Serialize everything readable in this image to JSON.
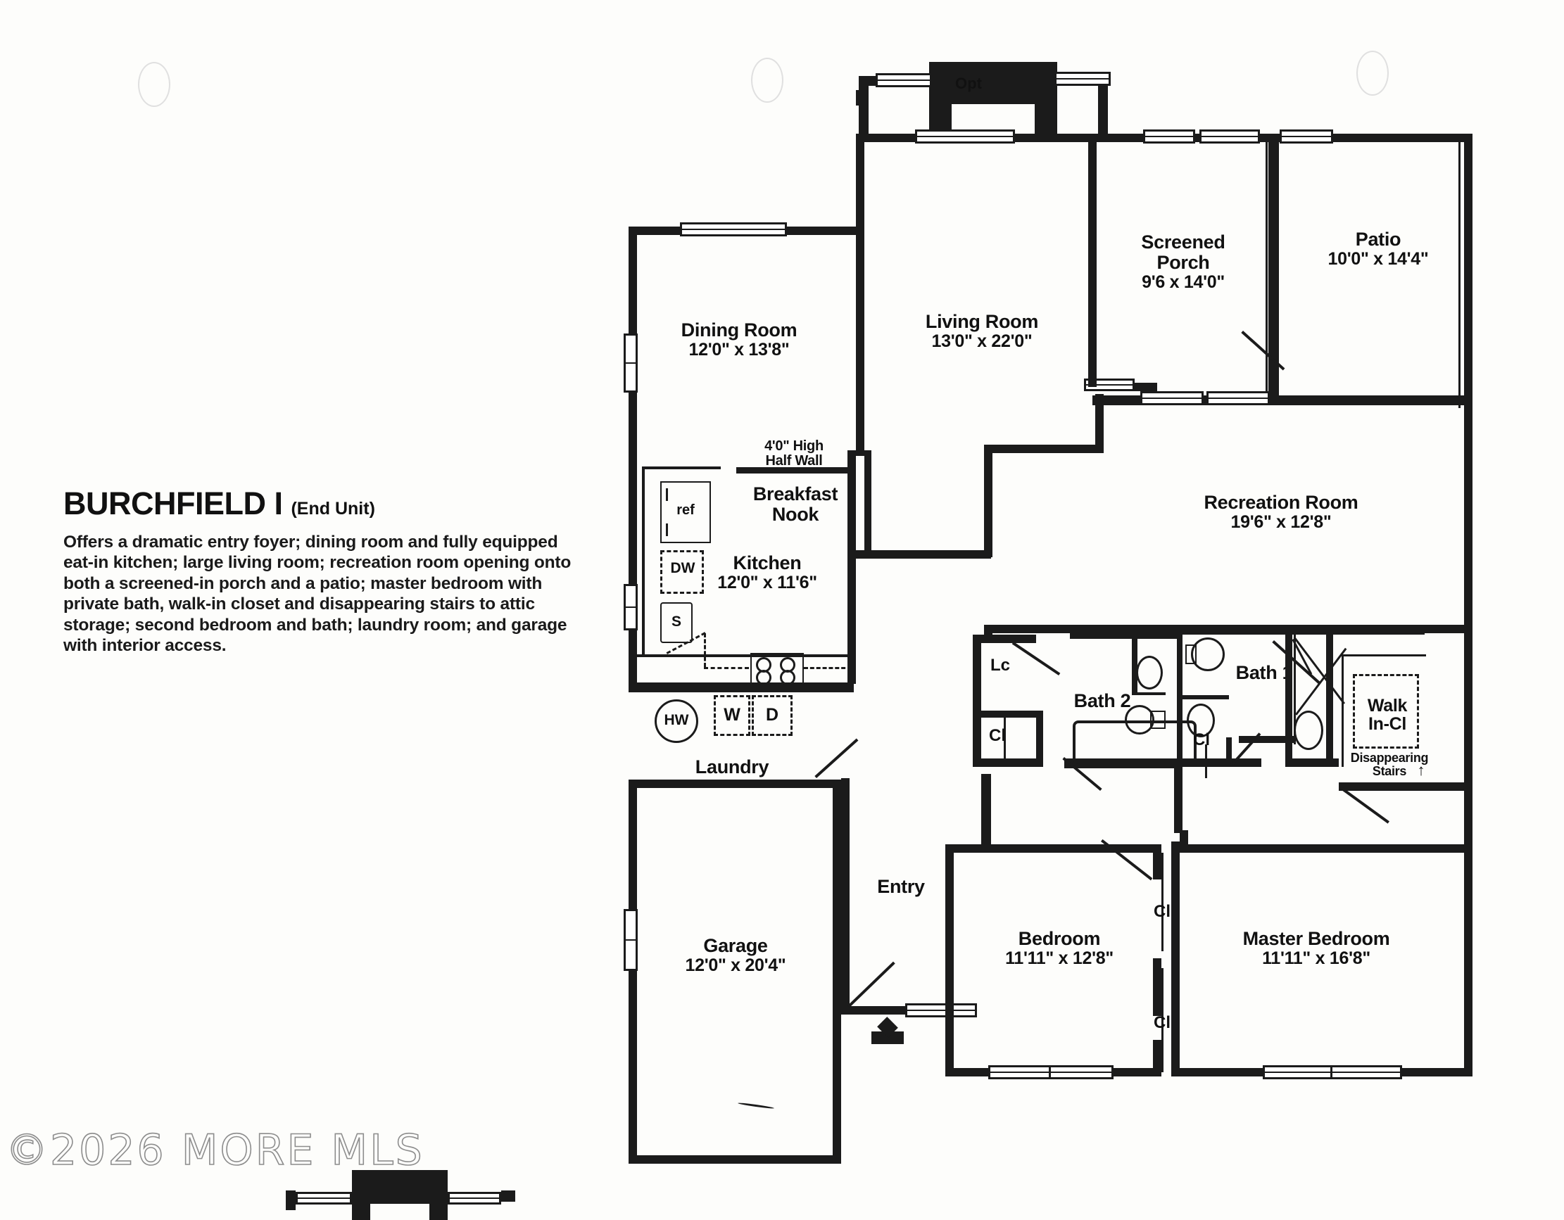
{
  "document": {
    "type": "floor-plan",
    "plan_name": "BURCHFIELD I",
    "plan_variant": "(End Unit)",
    "description": "Offers a dramatic entry foyer; dining room and fully equipped eat-in kitchen; large living room; recreation room opening onto both a screened-in porch and a patio; master bedroom with private bath, walk-in closet and disappearing stairs to attic storage; second bedroom and bath; laundry room; and garage with interior access.",
    "watermark": "©2026 MORE MLS"
  },
  "rooms": [
    {
      "key": "dining",
      "name": "Dining Room",
      "dimensions": "12'0\" x 13'8\""
    },
    {
      "key": "living",
      "name": "Living Room",
      "dimensions": "13'0\" x 22'0\""
    },
    {
      "key": "porch",
      "name": "Screened\nPorch",
      "name_line1": "Screened",
      "name_line2": "Porch",
      "dimensions": "9'6 x 14'0\""
    },
    {
      "key": "patio",
      "name": "Patio",
      "dimensions": "10'0\" x 14'4\""
    },
    {
      "key": "recreation",
      "name": "Recreation Room",
      "dimensions": "19'6\" x 12'8\""
    },
    {
      "key": "kitchen",
      "name": "Kitchen",
      "dimensions": "12'0\" x 11'6\""
    },
    {
      "key": "breakfast",
      "name_line1": "Breakfast",
      "name_line2": "Nook",
      "name": "Breakfast Nook",
      "dimensions": ""
    },
    {
      "key": "laundry",
      "name": "Laundry",
      "dimensions": ""
    },
    {
      "key": "entry",
      "name": "Entry",
      "dimensions": ""
    },
    {
      "key": "garage",
      "name": "Garage",
      "dimensions": "12'0\" x 20'4\""
    },
    {
      "key": "bedroom",
      "name": "Bedroom",
      "dimensions": "11'11\" x 12'8\""
    },
    {
      "key": "master",
      "name": "Master Bedroom",
      "dimensions": "11'11\" x 16'8\""
    },
    {
      "key": "bath1",
      "name": "Bath 1",
      "dimensions": ""
    },
    {
      "key": "bath2",
      "name": "Bath 2",
      "dimensions": ""
    }
  ],
  "annotations": {
    "half_wall_line1": "4'0\" High",
    "half_wall_line2": "Half Wall",
    "walk_in_closet_line1": "Walk",
    "walk_in_closet_line2": "In-Cl",
    "disappearing_line1": "Disappearing",
    "disappearing_line2": "Stairs",
    "optional_label": "Opt",
    "linen_closet": "Lc",
    "closet": "Cl",
    "closet_bath1": "Cl",
    "closet_bedroom_upper": "Cl",
    "closet_bedroom_lower": "Cl",
    "closet_bath2": "Cl",
    "water_heater": "HW",
    "washer": "W",
    "dryer": "D",
    "refrigerator": "ref",
    "dishwasher": "DW",
    "sink": "S",
    "stairs_arrow": "↑"
  },
  "colors": {
    "wall": "#1b1b1b",
    "paper": "#fdfdfb",
    "text": "#111111",
    "watermark": "#8d8d8d"
  }
}
